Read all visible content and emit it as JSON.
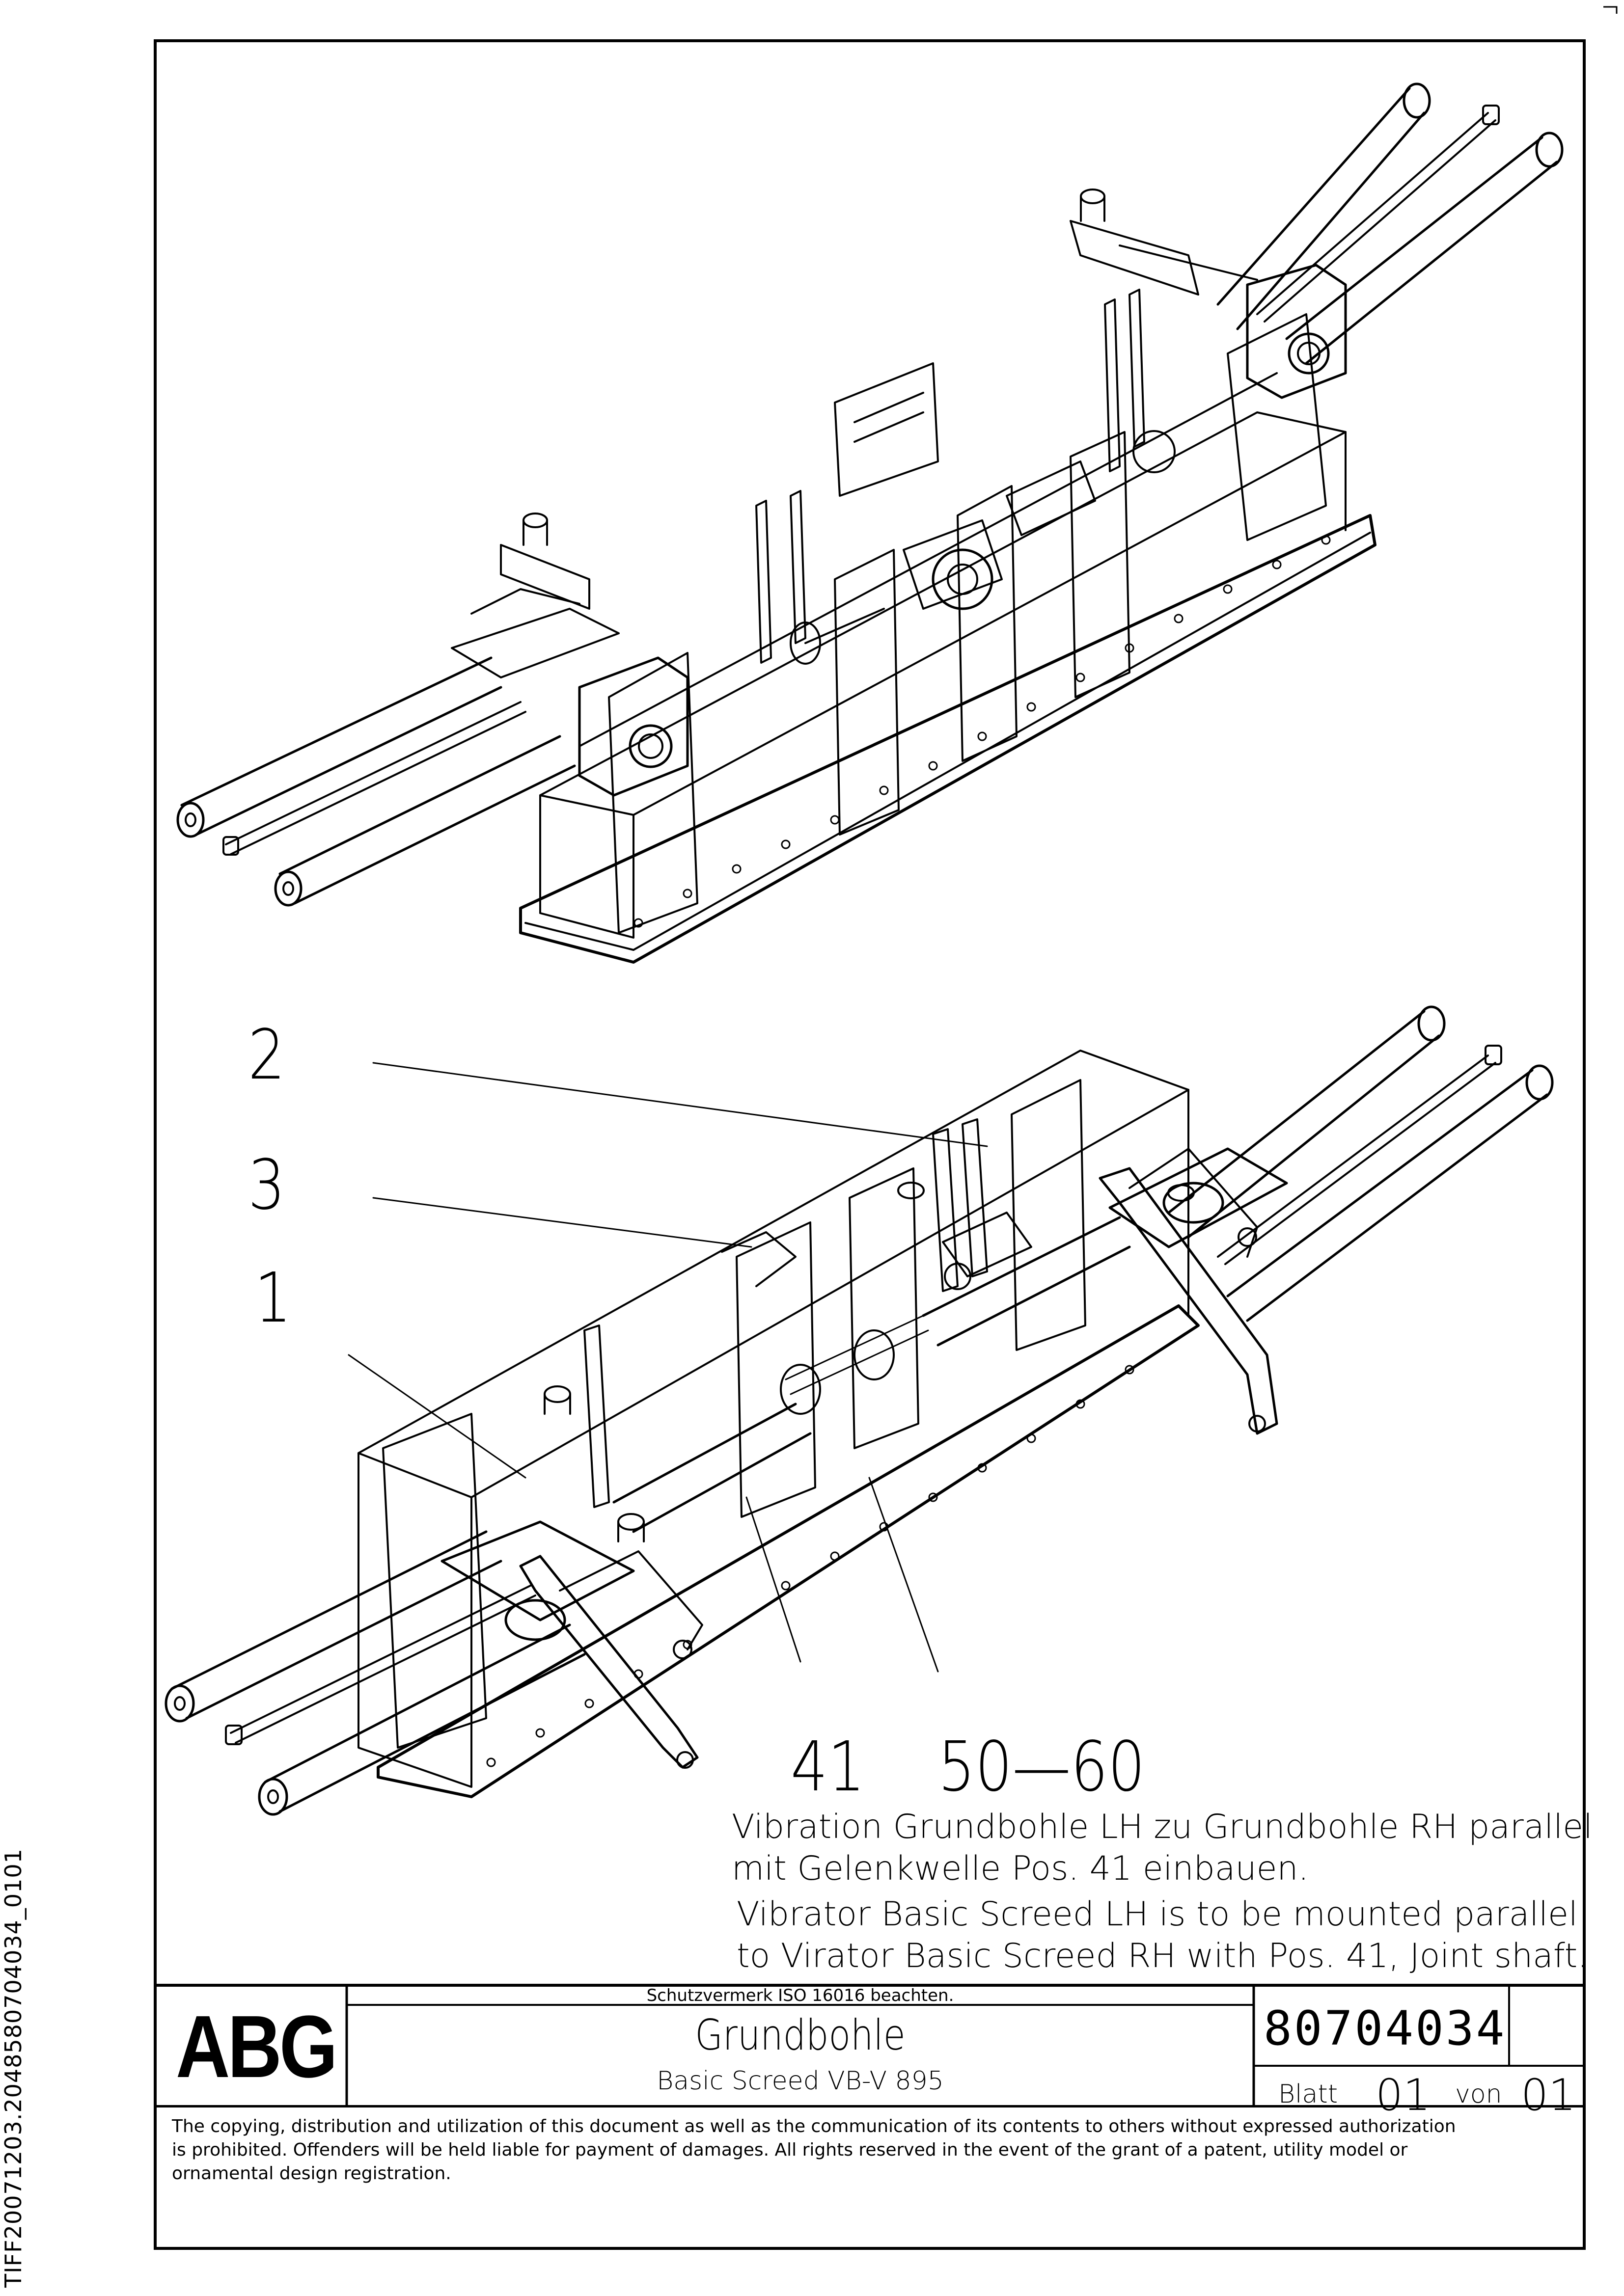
{
  "side_code": "TIFF20071203.2048580704034_0101",
  "callouts": {
    "c2": "2",
    "c3": "3",
    "c1": "1",
    "c41": "41",
    "c5060": "50—60"
  },
  "notes": {
    "de_line1": "Vibration Grundbohle LH zu Grundbohle RH parallel",
    "de_line2": "mit Gelenkwelle Pos. 41 einbauen.",
    "en_line1": "Vibrator Basic Screed LH is to be mounted parallel",
    "en_line2": "to Virator Basic Screed RH with Pos. 41, Joint shaft."
  },
  "title_block": {
    "logo": "ABG",
    "protection_note": "Schutzvermerk ISO 16016 beachten.",
    "title": "Grundbohle",
    "subtitle": "Basic Screed VB-V 895",
    "drawing_number": "80704034",
    "sheet_label": "Blatt",
    "sheet_value": "01",
    "of_label": "von",
    "of_value": "01"
  },
  "footer": {
    "line1": "The copying, distribution and utilization of this document as well as the communication of its contents to others without expressed authorization",
    "line2": "is prohibited. Offenders will be held liable for payment of damages. All rights reserved in the event of the grant of a patent, utility model or",
    "line3": "ornamental design registration."
  }
}
